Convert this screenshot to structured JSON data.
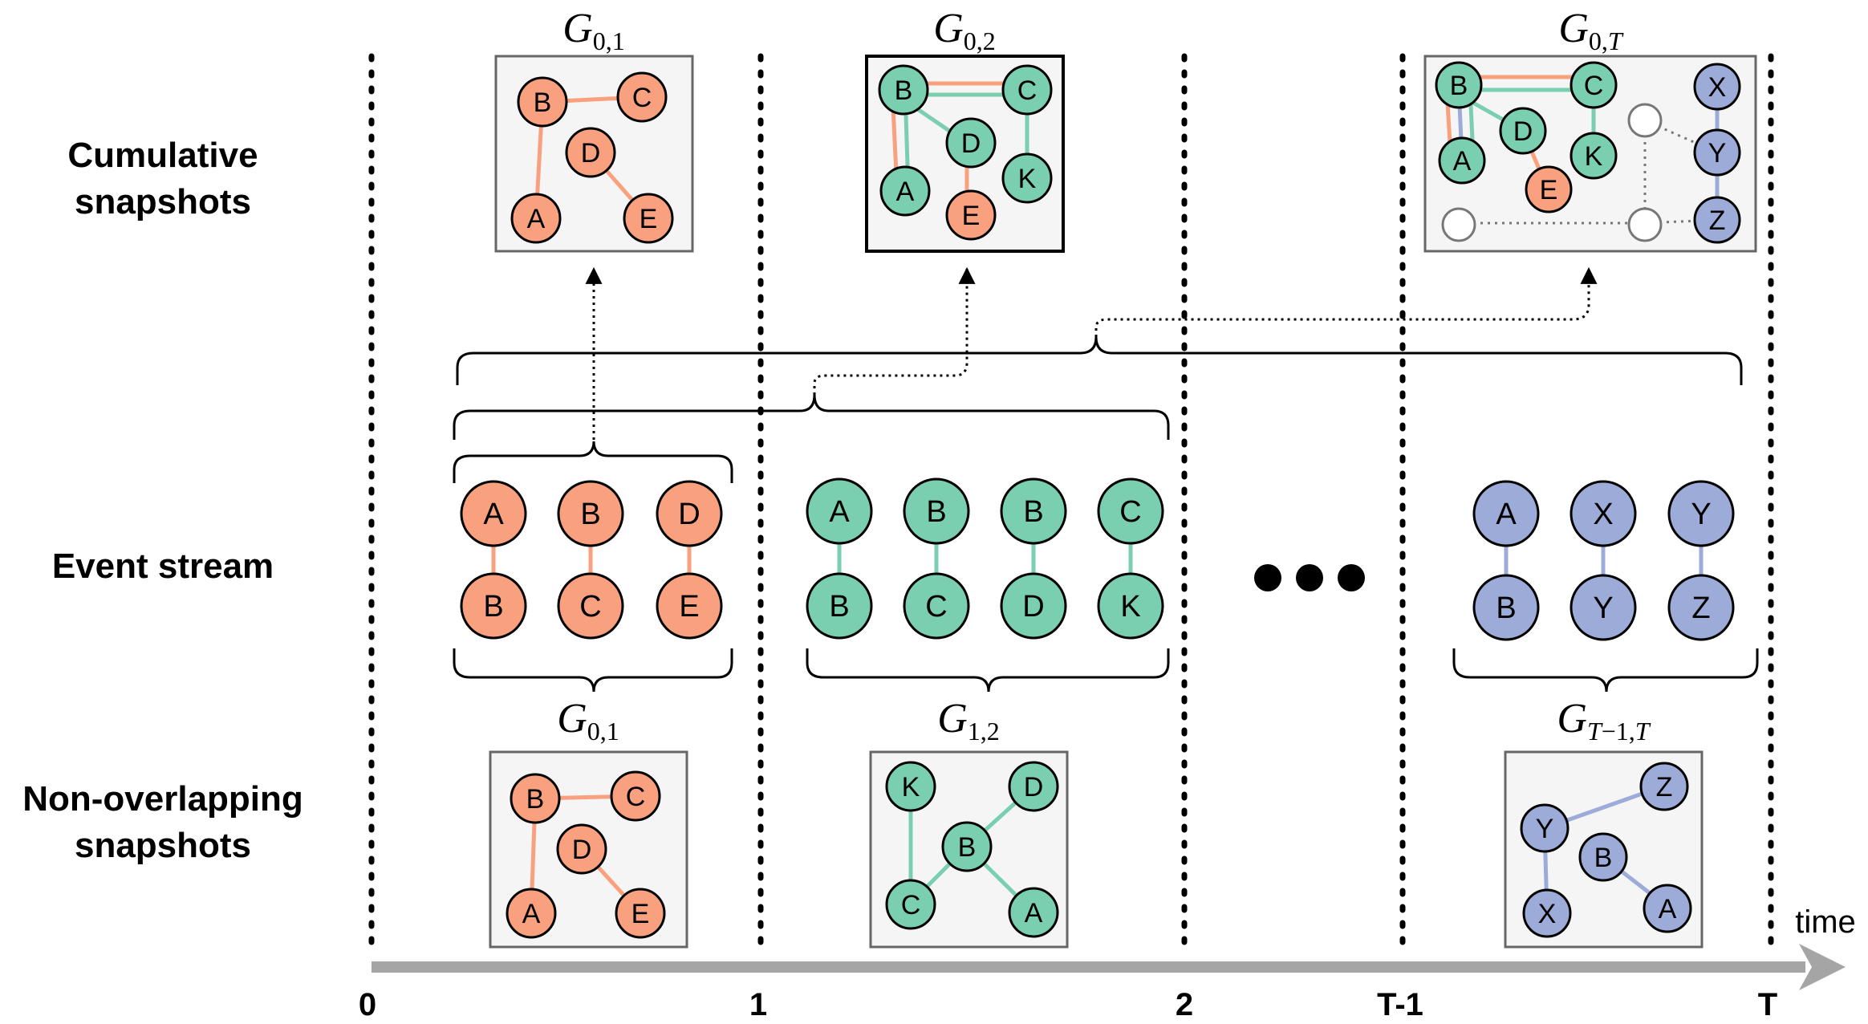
{
  "colors": {
    "orange": "#F9A07F",
    "green": "#7ACFB0",
    "blue": "#9CABD8",
    "box_bg": "#F5F5F5",
    "axis": "#A5A5A5"
  },
  "row_labels": {
    "cumulative": [
      "Cumulative",
      "snapshots"
    ],
    "event_stream": [
      "Event stream"
    ],
    "non_overlapping": [
      "Non-overlapping",
      "snapshots"
    ]
  },
  "axis": {
    "ticks": [
      "0",
      "1",
      "2",
      "T-1",
      "T"
    ],
    "time_label": "time"
  },
  "titles": {
    "cum_1": {
      "main": "G",
      "sub": "0,1"
    },
    "cum_2": {
      "main": "G",
      "sub": "0,2"
    },
    "cum_T": {
      "main": "G",
      "sub": "0,",
      "sub_italic": "T"
    },
    "non_1": {
      "main": "G",
      "sub": "0,1"
    },
    "non_2": {
      "main": "G",
      "sub": "1,2"
    },
    "non_T": {
      "main": "G",
      "sub_italic": "T",
      "sub": "−1,",
      "sub_italic2": "T"
    }
  },
  "event_stream": {
    "group1": [
      [
        "A",
        "B"
      ],
      [
        "B",
        "C"
      ],
      [
        "D",
        "E"
      ]
    ],
    "group2": [
      [
        "A",
        "B"
      ],
      [
        "B",
        "C"
      ],
      [
        "B",
        "D"
      ],
      [
        "C",
        "K"
      ]
    ],
    "group3": [
      [
        "A",
        "B"
      ],
      [
        "X",
        "Y"
      ],
      [
        "Y",
        "Z"
      ]
    ]
  },
  "snapshot_nodes": {
    "cum_1": [
      "B",
      "C",
      "D",
      "A",
      "E"
    ],
    "cum_2": [
      "B",
      "C",
      "D",
      "K",
      "A",
      "E"
    ],
    "cum_T": [
      "B",
      "C",
      "D",
      "A",
      "K",
      "E",
      "X",
      "Y",
      "Z"
    ],
    "non_1": [
      "B",
      "C",
      "D",
      "A",
      "E"
    ],
    "non_2": [
      "K",
      "D",
      "B",
      "C",
      "A"
    ],
    "non_T": [
      "Z",
      "Y",
      "B",
      "X",
      "A"
    ]
  }
}
